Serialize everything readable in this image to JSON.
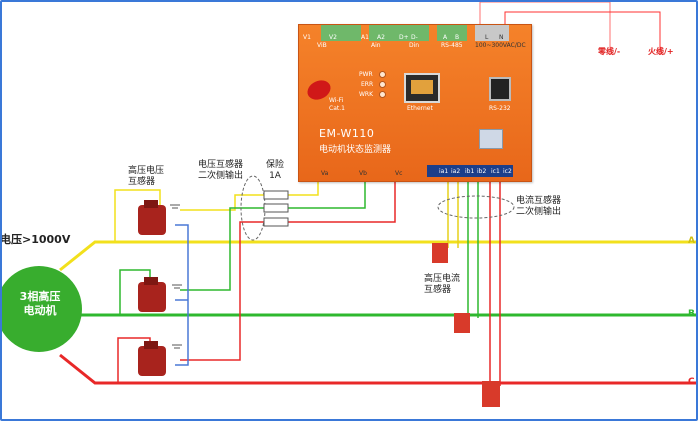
{
  "device": {
    "model": "EM-W110",
    "name": "电动机状态监测器",
    "term_v1": "V1",
    "term_v2": "V2",
    "term_vib": "ViB",
    "term_a1": "A1",
    "term_a2": "A2",
    "term_ain": "Ain",
    "term_dplus": "D+",
    "term_dminus": "D-",
    "term_din": "Din",
    "term_a": "A",
    "term_b": "B",
    "term_rs485": "RS-485",
    "term_l": "L",
    "term_n": "N",
    "power_spec": "100~300VAC/DC",
    "wifi": "Wi-Fi",
    "wifi_sub": "Cat.1",
    "led_pwr": "PWR",
    "led_err": "ERR",
    "led_wrk": "WRK",
    "ethernet": "Ethernet",
    "rs232": "RS-232",
    "va": "Va",
    "vb": "Vb",
    "vc": "Vc",
    "ia1": "ia1",
    "ia2": "ia2",
    "ib1": "ib1",
    "ib2": "ib2",
    "ic1": "ic1",
    "ic2": "ic2"
  },
  "labels": {
    "zero_line": "零线/-",
    "live_line": "火线/+",
    "vt": "高压电压\n互感器",
    "vt_secondary": "电压互感器\n二次侧输出",
    "fuse": "保险\n1A",
    "ct_secondary": "电流互感器\n二次侧输出",
    "ct": "高压电流\n互感器",
    "voltage": "电压>1000V",
    "motor": "3相高压\n电动机",
    "phase_a": "A",
    "phase_b": "B",
    "phase_c": "C"
  },
  "colors": {
    "phase_a": "#f2e01c",
    "phase_b": "#2fb82f",
    "phase_c": "#e82828",
    "neutral": "#4a78d6",
    "device": "#ee7424",
    "frame": "#3a78d8"
  }
}
